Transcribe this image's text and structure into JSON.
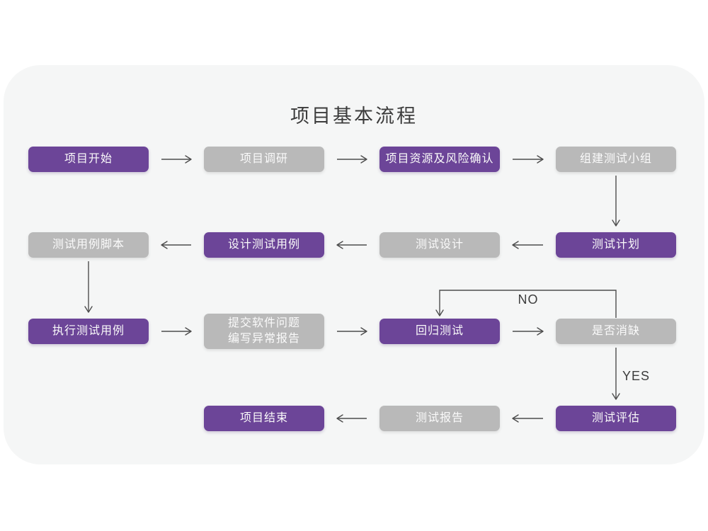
{
  "title": "项目基本流程",
  "colors": {
    "purple_node": "#6c4598",
    "gray_node": "#b9b9b9",
    "card_bg": "#f5f6f6",
    "arrow": "#4d4d4d",
    "title_text": "#3c3c3c",
    "node_text": "#fafafa",
    "branch_label_text": "#3d3d3d"
  },
  "decision_labels": {
    "no": "NO",
    "yes": "YES"
  },
  "nodes": [
    {
      "id": "project-start",
      "label": "项目开始",
      "variant": "purple",
      "col": 0,
      "row": 0
    },
    {
      "id": "project-research",
      "label": "项目调研",
      "variant": "gray",
      "col": 1,
      "row": 0
    },
    {
      "id": "resources-risk-confirm",
      "label": "项目资源及风险确认",
      "variant": "purple",
      "col": 2,
      "row": 0
    },
    {
      "id": "build-test-team",
      "label": "组建测试小组",
      "variant": "gray",
      "col": 3,
      "row": 0
    },
    {
      "id": "test-case-script",
      "label": "测试用例脚本",
      "variant": "gray",
      "col": 0,
      "row": 1
    },
    {
      "id": "design-test-case",
      "label": "设计测试用例",
      "variant": "purple",
      "col": 1,
      "row": 1
    },
    {
      "id": "test-design",
      "label": "测试设计",
      "variant": "gray",
      "col": 2,
      "row": 1
    },
    {
      "id": "test-plan",
      "label": "测试计划",
      "variant": "purple",
      "col": 3,
      "row": 1
    },
    {
      "id": "execute-test-case",
      "label": "执行测试用例",
      "variant": "purple",
      "col": 0,
      "row": 2
    },
    {
      "id": "submit-issue-report",
      "label": "提交软件问题\n编写异常报告",
      "variant": "gray",
      "col": 1,
      "row": 2,
      "tall": true
    },
    {
      "id": "regression-test",
      "label": "回归测试",
      "variant": "purple",
      "col": 2,
      "row": 2
    },
    {
      "id": "defect-resolved",
      "label": "是否消缺",
      "variant": "gray",
      "col": 3,
      "row": 2
    },
    {
      "id": "project-end",
      "label": "项目结束",
      "variant": "purple",
      "col": 1,
      "row": 3
    },
    {
      "id": "test-report",
      "label": "测试报告",
      "variant": "gray",
      "col": 2,
      "row": 3
    },
    {
      "id": "test-evaluation",
      "label": "测试评估",
      "variant": "purple",
      "col": 3,
      "row": 3
    }
  ],
  "edges": [
    {
      "from": "project-start",
      "to": "project-research",
      "dir": "right"
    },
    {
      "from": "project-research",
      "to": "resources-risk-confirm",
      "dir": "right"
    },
    {
      "from": "resources-risk-confirm",
      "to": "build-test-team",
      "dir": "right"
    },
    {
      "from": "build-test-team",
      "to": "test-plan",
      "dir": "down"
    },
    {
      "from": "test-plan",
      "to": "test-design",
      "dir": "left"
    },
    {
      "from": "test-design",
      "to": "design-test-case",
      "dir": "left"
    },
    {
      "from": "design-test-case",
      "to": "test-case-script",
      "dir": "left"
    },
    {
      "from": "test-case-script",
      "to": "execute-test-case",
      "dir": "down"
    },
    {
      "from": "execute-test-case",
      "to": "submit-issue-report",
      "dir": "right"
    },
    {
      "from": "submit-issue-report",
      "to": "regression-test",
      "dir": "right"
    },
    {
      "from": "regression-test",
      "to": "defect-resolved",
      "dir": "right"
    },
    {
      "from": "defect-resolved",
      "to": "regression-test",
      "dir": "loop-back",
      "branch": "no"
    },
    {
      "from": "defect-resolved",
      "to": "test-evaluation",
      "dir": "down",
      "branch": "yes"
    },
    {
      "from": "test-evaluation",
      "to": "test-report",
      "dir": "left"
    },
    {
      "from": "test-report",
      "to": "project-end",
      "dir": "left"
    }
  ]
}
